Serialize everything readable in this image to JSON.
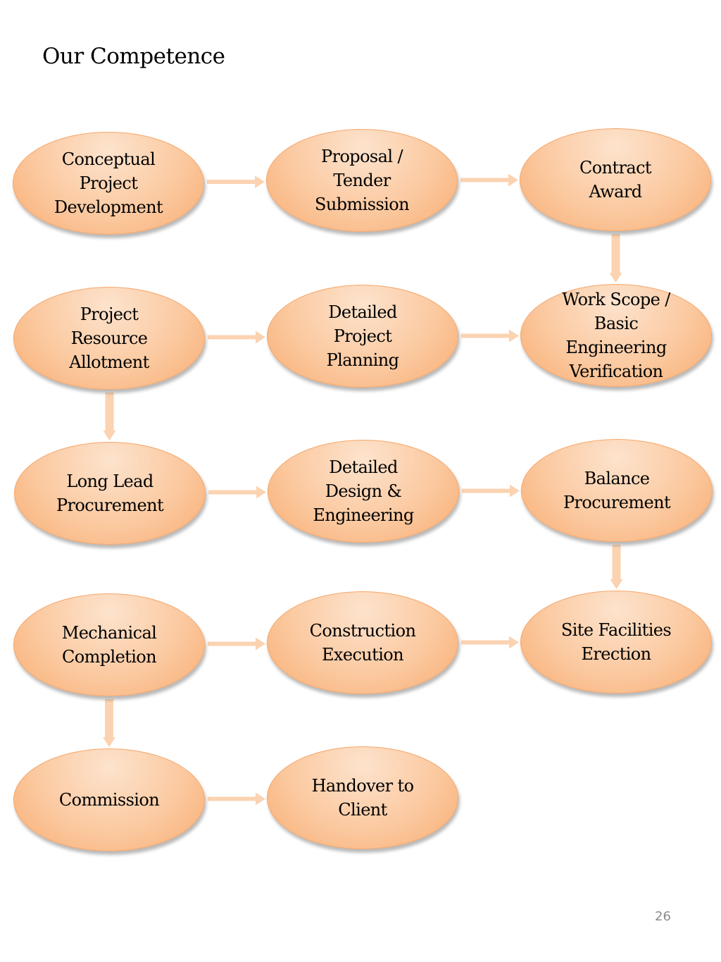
{
  "title": "Our Competence",
  "slide_number": "26",
  "colors": {
    "node_fill_light": "#fde3cd",
    "node_fill": "#fbc9a0",
    "node_fill_dark": "#f8ad72",
    "node_border": "#f5a66a",
    "arrow": "#fbd3b1"
  },
  "nodes": [
    {
      "id": "conceptual",
      "label": "Conceptual\nProject\nDevelopment"
    },
    {
      "id": "proposal",
      "label": "Proposal /\nTender\nSubmission"
    },
    {
      "id": "contract",
      "label": "Contract\nAward"
    },
    {
      "id": "resource",
      "label": "Project\nResource\nAllotment"
    },
    {
      "id": "planning",
      "label": "Detailed\nProject\nPlanning"
    },
    {
      "id": "workscope",
      "label": "Work Scope /\nBasic\nEngineering\nVerification"
    },
    {
      "id": "longlead",
      "label": "Long Lead\nProcurement"
    },
    {
      "id": "design",
      "label": "Detailed\nDesign &\nEngineering"
    },
    {
      "id": "balance",
      "label": "Balance\nProcurement"
    },
    {
      "id": "mechanical",
      "label": "Mechanical\nCompletion"
    },
    {
      "id": "construction",
      "label": "Construction\nExecution"
    },
    {
      "id": "site",
      "label": "Site Facilities\nErection"
    },
    {
      "id": "commission",
      "label": "Commission"
    },
    {
      "id": "handover",
      "label": "Handover to\nClient"
    }
  ],
  "edges": [
    {
      "from": "conceptual",
      "to": "proposal"
    },
    {
      "from": "proposal",
      "to": "contract"
    },
    {
      "from": "contract",
      "to": "workscope"
    },
    {
      "from": "resource",
      "to": "planning"
    },
    {
      "from": "planning",
      "to": "workscope"
    },
    {
      "from": "resource",
      "to": "longlead"
    },
    {
      "from": "longlead",
      "to": "design"
    },
    {
      "from": "design",
      "to": "balance"
    },
    {
      "from": "balance",
      "to": "site"
    },
    {
      "from": "mechanical",
      "to": "construction"
    },
    {
      "from": "construction",
      "to": "site"
    },
    {
      "from": "mechanical",
      "to": "commission"
    },
    {
      "from": "commission",
      "to": "handover"
    }
  ]
}
